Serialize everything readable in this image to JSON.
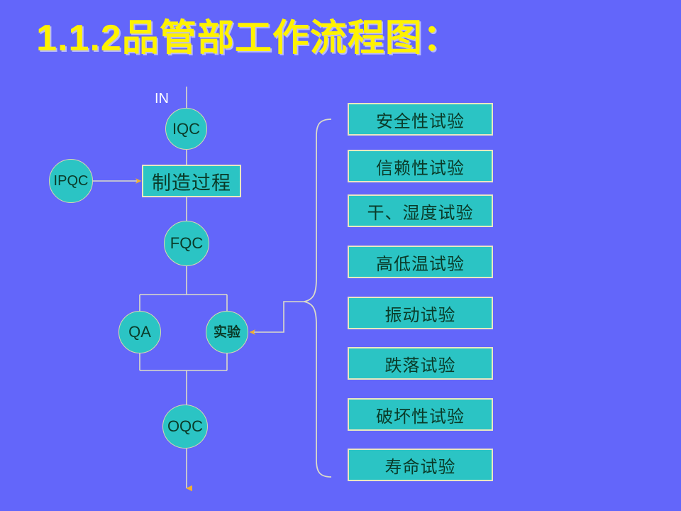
{
  "slide": {
    "background_color": "#6366FA",
    "title": {
      "number": "1.1.2",
      "text": "品管部工作流程图：",
      "color": "#FFF200"
    }
  },
  "flow": {
    "entry_label": "IN",
    "node_fill_color": "#2BC4C4",
    "node_border_color": "#E8E8C0",
    "node_text_color": "#0A3A28",
    "connector_color": "#DCDCC8",
    "arrow_color": "#F0B030",
    "nodes": [
      {
        "id": "iqc",
        "label": "IQC",
        "shape": "circle"
      },
      {
        "id": "ipqc",
        "label": "IPQC",
        "shape": "circle"
      },
      {
        "id": "process",
        "label": "制造过程",
        "shape": "rect"
      },
      {
        "id": "fqc",
        "label": "FQC",
        "shape": "circle"
      },
      {
        "id": "qa",
        "label": "QA",
        "shape": "circle"
      },
      {
        "id": "lab",
        "label": "实验",
        "shape": "circle"
      },
      {
        "id": "oqc",
        "label": "OQC",
        "shape": "circle"
      }
    ]
  },
  "tests": {
    "items": [
      {
        "label": "安全性试验"
      },
      {
        "label": "信赖性试验"
      },
      {
        "label": "干、湿度试验"
      },
      {
        "label": "高低温试验"
      },
      {
        "label": "振动试验"
      },
      {
        "label": "跌落试验"
      },
      {
        "label": "破坏性试验"
      },
      {
        "label": "寿命试验"
      }
    ]
  }
}
